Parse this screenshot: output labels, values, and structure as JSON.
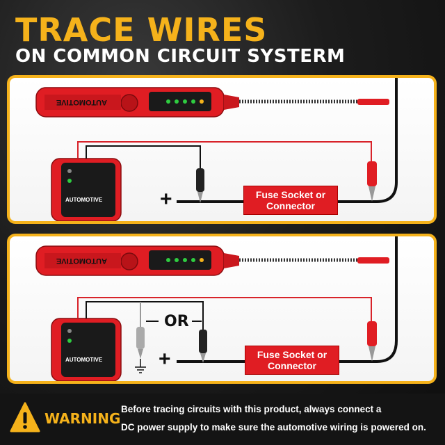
{
  "header": {
    "title": "TRACE WIRES",
    "subtitle": "ON COMMON CIRCUIT SYSTERM"
  },
  "panels": [
    {
      "fuse_line1": "Fuse Socket or",
      "fuse_line2": "Connector",
      "plus": "+",
      "device_label": "AUTOMOTIVE",
      "receiver_label": "AUTOMOTIVE"
    },
    {
      "fuse_line1": "Fuse Socket or",
      "fuse_line2": "Connector",
      "plus": "+",
      "or_label": "OR",
      "device_label": "AUTOMOTIVE",
      "receiver_label": "AUTOMOTIVE"
    }
  ],
  "warning": {
    "label": "WARNING",
    "line1": "Before tracing circuits with this product, always connect a",
    "line2": "DC power supply to make sure the automotive wiring is powered on."
  },
  "colors": {
    "accent": "#f5b21b",
    "device_red": "#e01d23",
    "wire_red": "#d8232a",
    "wire_black": "#111111"
  }
}
